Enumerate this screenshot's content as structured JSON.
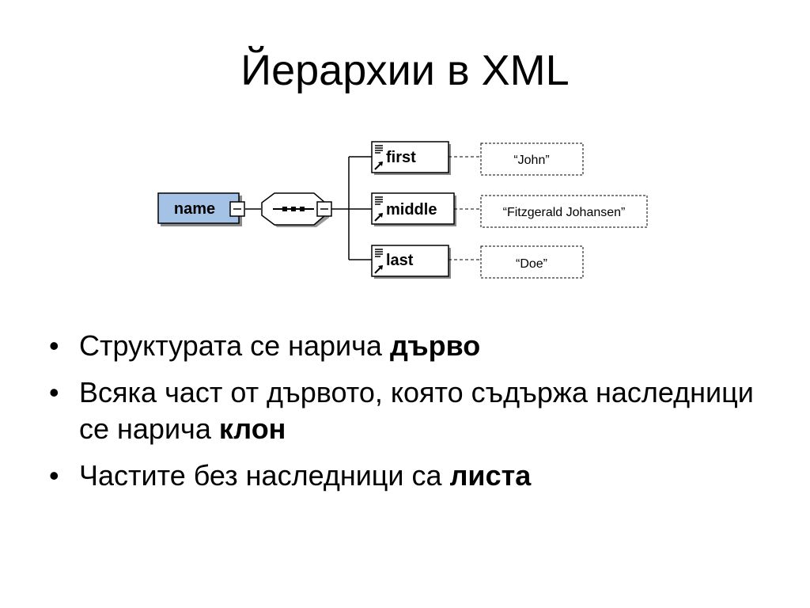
{
  "slide": {
    "title": "Йерархии в XML"
  },
  "diagram": {
    "root": {
      "label": "name",
      "fill": "#a4c2e6"
    },
    "compositor": {
      "label": "sequence"
    },
    "children": [
      {
        "label": "first",
        "value": "“John”"
      },
      {
        "label": "middle",
        "value": "“Fitzgerald Johansen”"
      },
      {
        "label": "last",
        "value": "“Doe”"
      }
    ]
  },
  "bullets": [
    {
      "text": "Структурата се нарича ",
      "emphasis": "дърво"
    },
    {
      "text": "Всяка част от дървото, която съдържа наследници се нарича ",
      "emphasis": "клон"
    },
    {
      "text": "Частите без наследници са ",
      "emphasis": "листа"
    }
  ],
  "bullet_glyph": "•"
}
